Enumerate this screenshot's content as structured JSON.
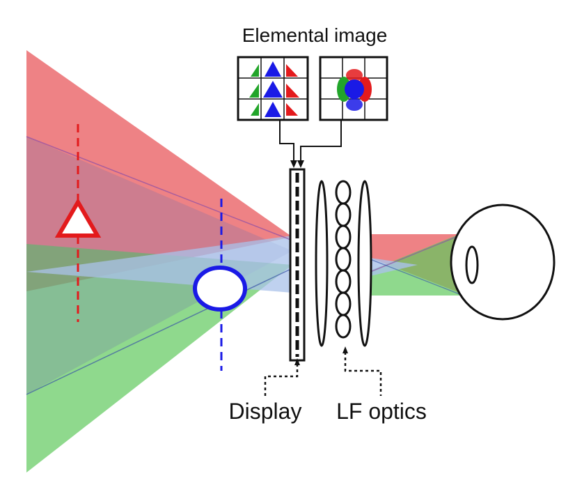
{
  "labels": {
    "elemental_image": "Elemental image",
    "display": "Display",
    "lf_optics": "LF optics"
  },
  "colors": {
    "red_ray": "#e8585c",
    "green_ray": "#6ccb68",
    "blue_ray": "#a9c2ea",
    "red_object": "#e31a1c",
    "blue_object": "#1a1ae6",
    "outline": "#111111"
  },
  "icons": {
    "triangle_object": "triangle-icon",
    "circle_object": "circle-icon",
    "eye": "eye-icon"
  }
}
